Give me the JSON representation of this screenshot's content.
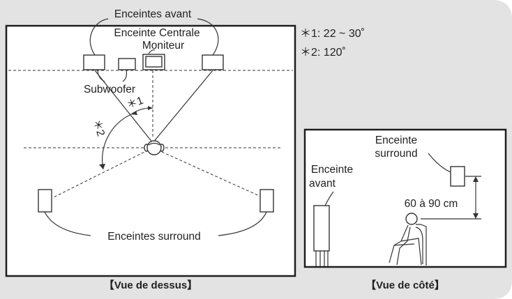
{
  "colors": {
    "panel_bg": "#e3e3e3",
    "frame": "#1e1e1e",
    "line": "#333333"
  },
  "top_view": {
    "caption": "【Vue de dessus】",
    "label_front_speakers": "Enceintes avant",
    "label_center_speaker": "Enceinte Centrale",
    "label_monitor": "Moniteur",
    "label_subwoofer": "Subwoofer",
    "label_surround_speakers": "Enceintes surround",
    "angle_mark_1": "＊1",
    "angle_mark_2": "＊2"
  },
  "notes": {
    "note_1": "＊1: 22 ~ 30˚",
    "note_2": "＊2: 120˚"
  },
  "side_view": {
    "caption": "【Vue de côté】",
    "label_surround_line1": "Enceinte",
    "label_surround_line2": "surround",
    "label_front_line1": "Enceinte",
    "label_front_line2": "avant",
    "height_label": "60 à 90 cm"
  }
}
